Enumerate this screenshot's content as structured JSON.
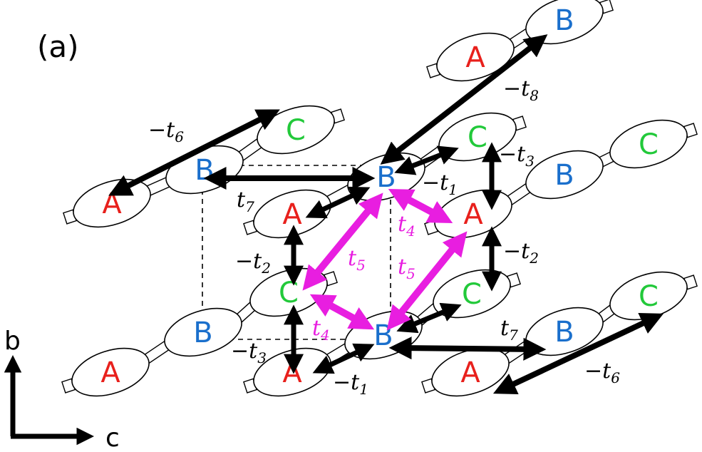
{
  "panel_label": "(a)",
  "colors": {
    "A": "#e8201c",
    "B": "#1a6fcc",
    "C": "#22c93a",
    "black_arrow": "#000000",
    "magenta_arrow": "#e81ee0"
  },
  "molecule_labels": [
    "A",
    "B",
    "C"
  ],
  "hopping_labels": [
    {
      "prefix": "−",
      "symbol": "t",
      "sub": "1",
      "color": "black"
    },
    {
      "prefix": "−",
      "symbol": "t",
      "sub": "1",
      "color": "black"
    },
    {
      "prefix": "−",
      "symbol": "t",
      "sub": "2",
      "color": "black"
    },
    {
      "prefix": "−",
      "symbol": "t",
      "sub": "2",
      "color": "black"
    },
    {
      "prefix": "−",
      "symbol": "t",
      "sub": "3",
      "color": "black"
    },
    {
      "prefix": "−",
      "symbol": "t",
      "sub": "3",
      "color": "black"
    },
    {
      "prefix": "",
      "symbol": "t",
      "sub": "4",
      "color": "magenta"
    },
    {
      "prefix": "",
      "symbol": "t",
      "sub": "4",
      "color": "magenta"
    },
    {
      "prefix": "",
      "symbol": "t",
      "sub": "5",
      "color": "magenta"
    },
    {
      "prefix": "",
      "symbol": "t",
      "sub": "5",
      "color": "magenta"
    },
    {
      "prefix": "−",
      "symbol": "t",
      "sub": "6",
      "color": "black"
    },
    {
      "prefix": "−",
      "symbol": "t",
      "sub": "6",
      "color": "black"
    },
    {
      "prefix": "",
      "symbol": "t",
      "sub": "7",
      "color": "black"
    },
    {
      "prefix": "",
      "symbol": "t",
      "sub": "7",
      "color": "black"
    },
    {
      "prefix": "−",
      "symbol": "t",
      "sub": "8",
      "color": "black"
    }
  ],
  "axes": {
    "vertical": "b",
    "horizontal": "c"
  }
}
